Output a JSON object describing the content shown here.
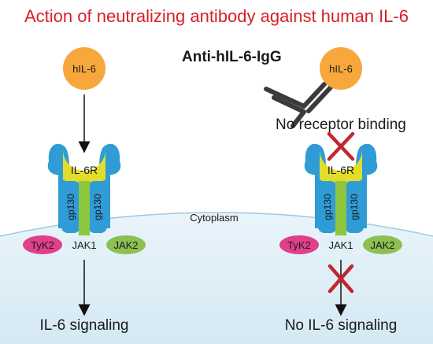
{
  "title": "Action of neutralizing antibody against human IL-6",
  "left_panel": {
    "ligand": "hIL-6",
    "receptor": "IL-6R",
    "gp130_left": "gp130",
    "gp130_right": "gp130",
    "kinases": [
      "TyK2",
      "JAK1",
      "JAK2"
    ],
    "outcome": "IL-6 signaling"
  },
  "right_panel": {
    "antibody_label": "Anti-hIL-6-IgG",
    "ligand": "hIL-6",
    "blocked_text": "No receptor binding",
    "receptor": "IL-6R",
    "gp130_left": "gp130",
    "gp130_right": "gp130",
    "kinases": [
      "TyK2",
      "JAK1",
      "JAK2"
    ],
    "outcome": "No IL-6 signaling"
  },
  "cytoplasm_label": "Cytoplasm",
  "colors": {
    "title": "#d81f26",
    "ligand": "#f7a73b",
    "receptor": "#e2dd2a",
    "gp130_outer": "#2f9cd6",
    "gp130_inner": "#8dc63f",
    "tyk2": "#e0408a",
    "jak1": "#dff0f7",
    "jak2": "#8cc152",
    "cross": "#c1272d",
    "cytoplasm": "#e4f1f8",
    "antibody": "#3b3b3b"
  }
}
